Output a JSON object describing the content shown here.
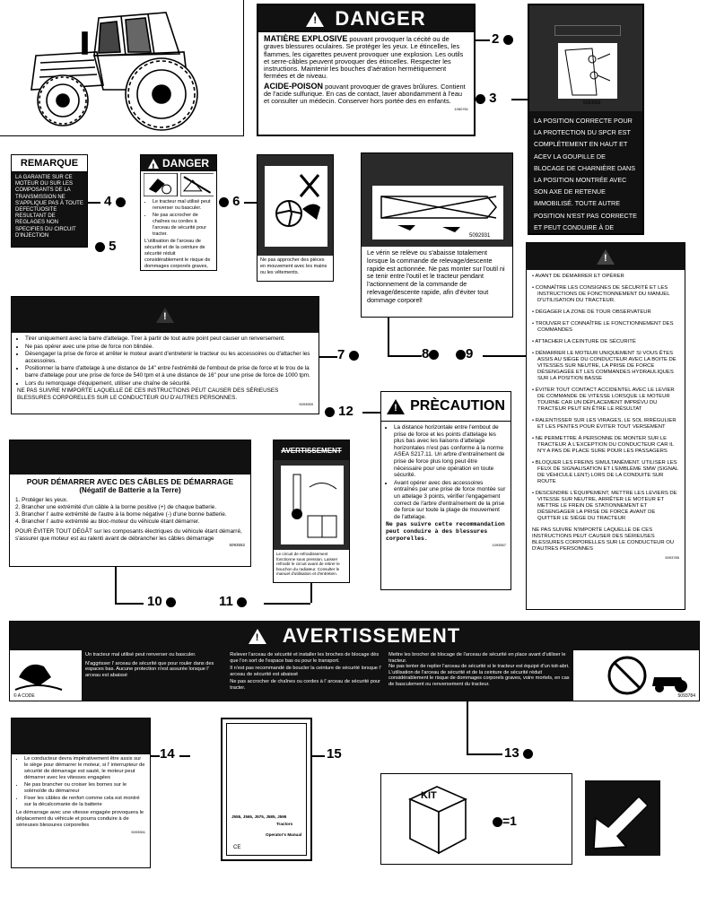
{
  "decal2": {
    "header": "DANGER",
    "p1_title": "MATIÈRE EXPLOSIVE",
    "p1": "pouvant provoquer la cécité ou de graves blessures oculaires. Se protéger les yeux. Le étincelles, les flammes, les cigarettes peuvent provoquer une explosion. Les outils et serre-câbles peuvent provoquer des étincelles. Respecter les instructions. Maintenir les bouches d'aération hermétiquement fermées et de niveau.",
    "p2_title": "ACIDE-POISON",
    "p2": "pouvant provoquer de graves brûlures. Contient de l'acide sulfurique. En cas de contact, laver abondamment à l'eau et consulter un médecin. Conserver hors portée des en enfants.",
    "code": "1060761"
  },
  "decal3": {
    "code": "5093556",
    "text": "LA POSITION CORRECTE POUR LA PROTECTION DU SPCR EST COMPLÉTEMENT EN HAUT ET ACEV LA GOUPILLE DE BLOCAGE DE CHARNIÈRE DANS LA POSITION MONTRÉE AVEC SON AXE DE RETENUE IMMOBILISÉ. TOUTE AUTRE POSITION N'EST PAS CORRECTE ET PEUT CONDUIRE À DE SÉRIEUSES BLESSURES CORPORELLES DANS LE CAS D'UN VERSEMENT OU RENVERSEMENT"
  },
  "decal4": {
    "header": "REMARQUE",
    "text": "LA GARANTIE SUR CE MOTEUR OU SUR LES COMPOSANTS DE LA TRANSMISSION NE S'APPLIQUE PAS À TOUTE DEFECTUOSITE RESULTANT DE REGLAGES NON SPECIFIES DU CIRCUIT D'INJECTION"
  },
  "decal5": {
    "header": "DANGER",
    "b1": "Le tracteur mal utilisé peut renverser ou basculer.",
    "b2": "Ne pas accrocher de chaînes ou cordes à l'arceau de sécurité pour tracter.",
    "b3": "L'utilisation de l'arceau de sécurité et de la ceinture de sécurité réduit considérablement le risque de dommages corporels graves, voire mortels, en cas de basculement ou renversement du tracteur."
  },
  "decal6": {
    "text": "Ne pas approcher des pièces en mouvement avec les mains ou les vêtements."
  },
  "decal7": {
    "b1": "Tirer uniquement avec la barre d'attelage. Tirer à partir de tout autre point peut causer un renversement.",
    "b2": "Ne pas opérer avec une prise de force non blindée.",
    "b3": "Désengager la prise de force et arrêter le moteur avant d'entretenir le tracteur ou les accessoires ou d'attacher les accessoires.",
    "b4": "Positionner la barre d'attelage à une distance de 14\" entre l'extrémité de l'embout de prise de force et le trou de la barre d'attelage pour une prise de force de 540 tpm et à une distance de 16\" pour une prise de force de 1000 tpm.",
    "b5": "Lors du remorquage d'équipement, utiliser une chaîne de sécurité.",
    "warn": "NE PAS SUIVRE N'IMPORTE LAQUELLE DE CES INSTRUCTIONS PEUT CAUSER DES SÉRIEUSES BLESSURES CORPORELLES SUR LE CONDUCTEUR OU D'AUTRES PERSONNES.",
    "code": "5093559"
  },
  "decal8": {
    "code": "5092931",
    "text": "Le vérin se relève ou s'abaisse totalement lorsque la commande de relevage/descente rapide est actionnée. Ne pas monter sur l'outil ni se tenir entre l'outil et le tracteur pendant l'actionnement de la commande de relevage/descente rapide, afin d'éviter tout dommage corporel!"
  },
  "decal9": {
    "items": [
      "AVANT DE DÉMARRER ET OPÉRER",
      "CONNAÎTRE LES CONSIGNES DE SÉCURITÉ ET LES INSTRUCTIONS DE FONCTIONNEMENT DU MANUEL D'UTILISATION DU TRACTEUR.",
      "DÉGAGER LA ZONE DE TOUR OBSERVATEUR",
      "TROUVER ET CONNAÎTRE LE FONCTIONNEMENT DES COMMANDES",
      "ATTACHER LA CEINTURE DE SÉCURITÉ",
      "DÉMARRER LE MOTEUR UNIQUEMENT SI VOUS ÊTES ASSIS AU SIÈGE DU CONDUCTEUR AVEC LA BOITE DE VITESSES SUR NEUTRE, LA PRISE DE FORCE DÉSENGAGÉE ET LES COMMANDES HYDRAULIQUES SUR LA POSITION BASSE",
      "ÉVITER TOUT CONTACT ACCIDENTEL AVEC LE LEVIER DE COMMANDE DE VITESSE LORSQUE LE MOTEUR TOURNE CAR UN DÉPLACEMENT IMPRÉVU DU TRACTEUR PEUT EN ÊTRE LE RÉSULTAT",
      "RALENTISSER SUR LES VIRAGES, LE SOL IRRÉGULIER ET LES PENTES POUR ÉVITER TOUT VERSEMENT",
      "NE PERMETTRE À PERSONNE DE MONTER SUR LE TRACTEUR À L'EXCEPTION DU CONDUCTEUR CAR IL N'Y A PAS DE PLACE SURE POUR LES PASSAGERS",
      "BLOQUER LES FREINS SIMULTANÉMENT. UTILISER LES FEUX DE SIGNALISATION ET L'EMBLÈME SMW (SIGNAL DE VÉHICULE LENT) LORS DE LA CONDUITE SUR ROUTE",
      "DESCENDRE L'ÉQUIPEMENT, METTRE LES LEVIERS DE VITESSE SUR NEUTRE, ARRÊTER LE MOTEUR ET METTRE LE FREIN DE STATIONNEMENT ET DÉSENGAGER LA PRISE DE FORCE AVANT DE QUITTER LE SIÈGE DU TRACTEUR"
    ],
    "warn": "NE PAS SUIVRE N'IMPORTE LAQUELLE DE CES INSTRUCTIONS PEUT CAUSER DES SÉRIEUSES BLESSURES CORPORELLES SUR LE CONDUCTEUR OU D'AUTRES PERSONNES",
    "code": "5093785"
  },
  "decal10": {
    "title": "POUR DÉMARRER AVEC DES CÂBLES DE DÉMARRAGE",
    "subtitle": "(Négatif de Batterie a la Terre)",
    "steps": [
      "1. Protéger les yeux.",
      "2. Brancher une extrémité d'un câble à la borne positive (+) de chaque batterie.",
      "3. Brancher l' autre extrémité de l'autre à la borne négative (-) d'une bonne batterie.",
      "4. Brancher l' autre extrémité au bloc-moteur du véhicule étant démarrer."
    ],
    "warn": "POUR ÉVITER TOUT DÉGÂT sur les composants électriques du véhicule étant démarré, s'assurer que moteur est au ralenti avant de débrancher les câbles démarrage",
    "code": "5093552"
  },
  "decal11": {
    "header": "AVERTISSEMENT",
    "text": "Le circuit de refroidissement fonctionne sous pression. Laisser refroidir le circuit avant de retirer le bouchon du radiateur. Consulter le manuel d'utilisation et d'entretien."
  },
  "decal12": {
    "header": "PRÈCAUTION",
    "b1": "La distance horizontale entre l'embout de prise de force et les points d'attelage les plus bas avec les liaisons d'attelage horizontales n'est pas conforme à la norme ASEA S217.11. Un arbre d'entraînement de prise de force plus long peut être nécessaire pour une opération en toute sécurité.",
    "b2": "Avant opérer avec des accessoires entraînés par une prise de force montée sur un attelage 3 points, vérifier l'engagement correct de l'arbre d'entraînement de la prise de force sur toute la plage de mouvement de l'attelage.",
    "foot": "Ne pas suivre cette recommandation peut conduire à des blessures corporelles.",
    "code": "1093557"
  },
  "decal13": {
    "header": "AVERTISSEMENT",
    "left_code": "© A CODE",
    "c1a": "Un tracteur mal utilisé peut renverser ou basculer.",
    "c1b": "N'aggrisser l' arceau de sécurité que pour rouler dans des espaces bas. Aucune protection n'est assurée lorsque l' arceau est abaissé",
    "c2a": "Relever l'arceau de sécurité et installer les broches de blocage dès que l'on sort de l'espace bas ou pour le transport.",
    "c2b": "Il n'est pas recommandé de boucler la ceinture de sécurité lorsque l' arceau de sécurité est abaissé",
    "c2c": "Ne pas accrocher de chaînes ou cordes à l' arceau de sécurité pour tracter.",
    "c3a": "Mettre les brocher de blocage de l'arceau de sécurité en place avant d'utiliser le tracteur.",
    "c3b": "Ne pas tenter de replier l'arceau de sécurité si le tracteur est équipé d'un toit-abri.",
    "c3c": "L'utilisation de l'arceau de sécurité et de la ceinture de sécurité réduit considérablement le risque de dommages corporels graves, voire mortels, en cas de basculement ou renversement du tracteur.",
    "code": "5093784"
  },
  "decal14": {
    "b1": "Le conducteur devra impérativement être assis sur le siège pour démarrer le moteur, si l' interrupteur de sécurité de démarrage est sauté, le moteur peut démarrer avec les vitesses engagées",
    "b2": "Ne pas brancher ou croiser les bornes sur le solénoïde du démarreur",
    "b3": "Fixer les câbles de renfort comme cela est montré sur la décalcomanie de la batterie",
    "foot": "Le démarrage avec une vitesse engagée provoquera le déplacement du véhicule et pourra conduire à de sérieuses blessures corporelles",
    "code": "5093551"
  },
  "manual": {
    "line1": "J555, J565, J575, J585, J595",
    "line2": "Tractors",
    "line3": "Operator's Manual",
    "ce": "CE"
  },
  "kit": {
    "label": "KIT",
    "legend": "=1"
  },
  "callouts": {
    "c2": "2",
    "c3": "3",
    "c4": "4",
    "c5": "5",
    "c6": "6",
    "c7": "7",
    "c8": "8",
    "c9": "9",
    "c10": "10",
    "c11": "11",
    "c12": "12",
    "c13": "13",
    "c14": "14",
    "c15": "15"
  }
}
